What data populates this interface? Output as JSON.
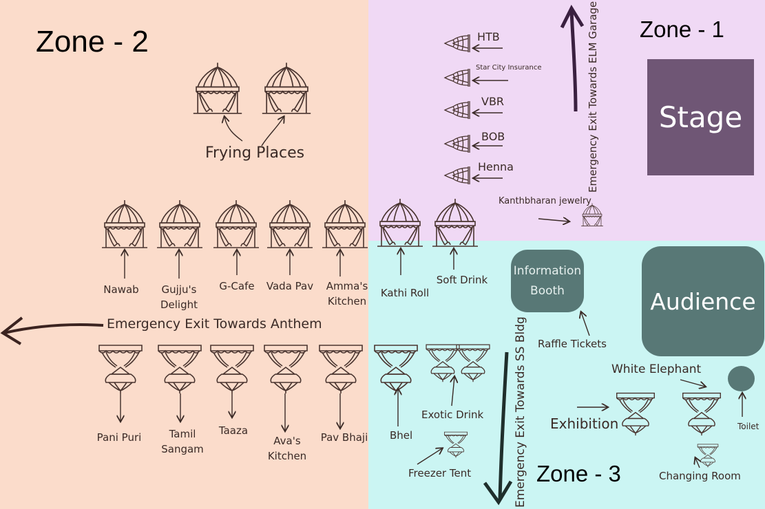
{
  "zones": {
    "zone1": {
      "title": "Zone - 1",
      "color": "#f0d9f5"
    },
    "zone2": {
      "title": "Zone - 2",
      "color": "#fbdccb"
    },
    "zone3": {
      "title": "Zone - 3",
      "color": "#cbf5f3"
    }
  },
  "stage": {
    "label": "Stage",
    "color": "#6f5675"
  },
  "audience": {
    "label": "Audience",
    "color": "#587876"
  },
  "info_booth": {
    "line1": "Information",
    "line2": "Booth"
  },
  "labels": {
    "frying_places": "Frying Places",
    "emergency_anthem": "Emergency Exit Towards Anthem",
    "emergency_elm": "Emergency Exit Towards ELM Garage",
    "emergency_ss": "Emergency Exit Towards SS Bldg",
    "kanthbharan": "Kanthbharan jewelry",
    "raffle": "Raffle Tickets",
    "white_elephant": "White Elephant",
    "exhibition": "Exhibition",
    "toilet": "Toilet",
    "changing_room": "Changing Room",
    "freezer_tent": "Freezer Tent",
    "exotic_drink": "Exotic Drink",
    "bhel": "Bhel"
  },
  "zone1_stalls": [
    "HTB",
    "Star City Insurance",
    "VBR",
    "BOB",
    "Henna"
  ],
  "top_row_stalls": [
    {
      "line1": "Nawab",
      "line2": ""
    },
    {
      "line1": "Gujju's",
      "line2": "Delight"
    },
    {
      "line1": "G-Cafe",
      "line2": ""
    },
    {
      "line1": "Vada Pav",
      "line2": ""
    },
    {
      "line1": "Amma's",
      "line2": "Kitchen"
    },
    {
      "line1": "Kathi Roll",
      "line2": ""
    },
    {
      "line1": "Soft Drink",
      "line2": ""
    }
  ],
  "bottom_row_stalls": [
    {
      "line1": "Pani Puri",
      "line2": ""
    },
    {
      "line1": "Tamil",
      "line2": "Sangam"
    },
    {
      "line1": "Taaza",
      "line2": ""
    },
    {
      "line1": "Ava's",
      "line2": "Kitchen"
    },
    {
      "line1": "Pav Bhaji",
      "line2": ""
    }
  ]
}
